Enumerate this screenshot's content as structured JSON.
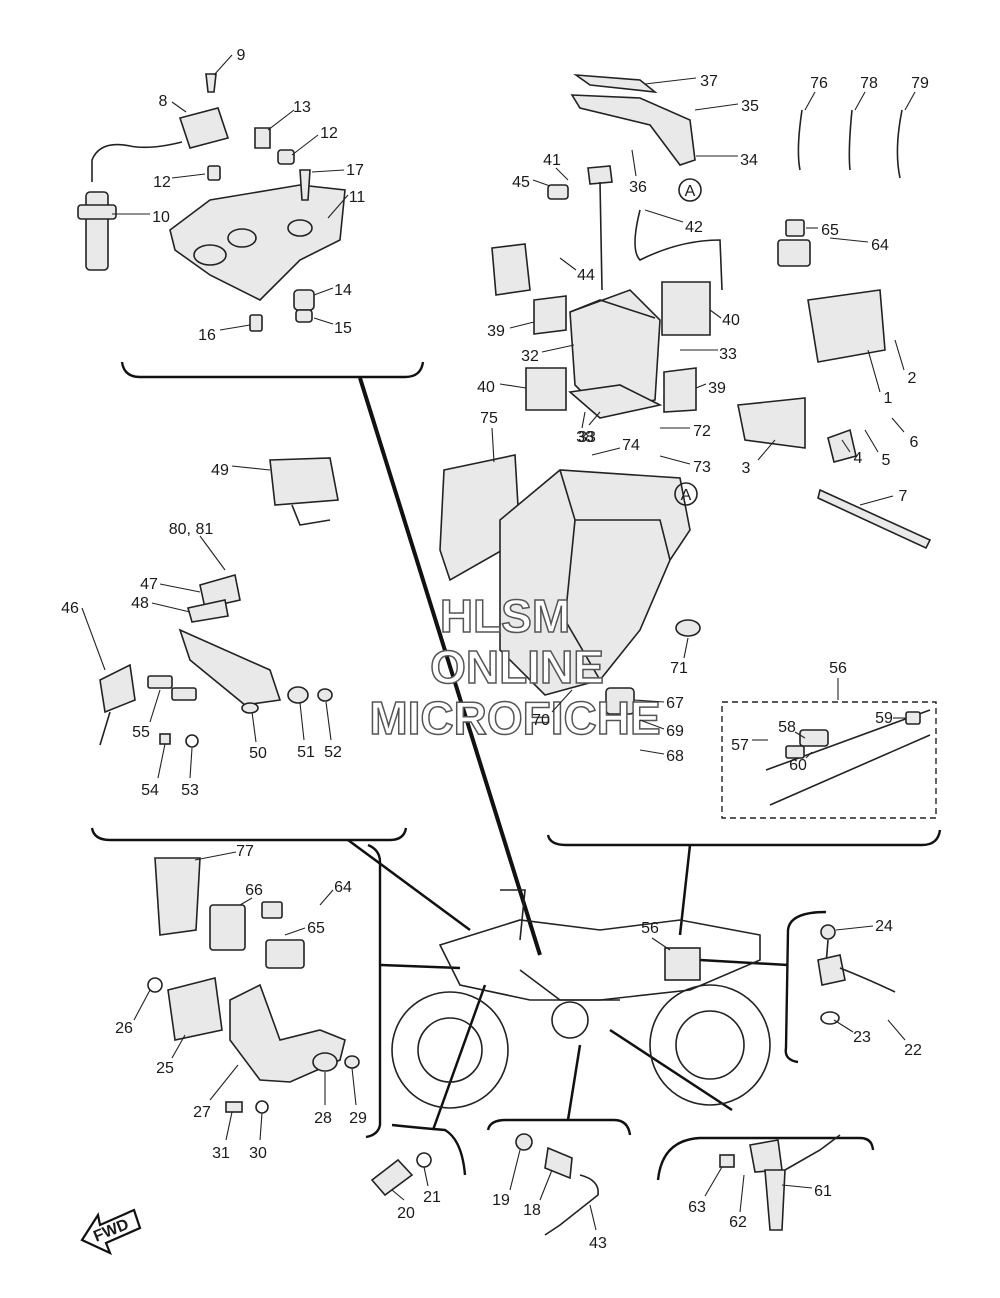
{
  "watermark": [
    "HLSM",
    "ONLINE",
    "MICROFICHE"
  ],
  "fwd_label": "FWD",
  "ref_marker": "A",
  "callouts": [
    "1",
    "2",
    "3",
    "4",
    "5",
    "6",
    "7",
    "8",
    "9",
    "10",
    "11",
    "12",
    "12",
    "13",
    "14",
    "15",
    "16",
    "17",
    "18",
    "19",
    "20",
    "21",
    "22",
    "23",
    "24",
    "25",
    "26",
    "27",
    "28",
    "29",
    "30",
    "31",
    "32",
    "33",
    "33",
    "34",
    "35",
    "36",
    "37",
    "38",
    "39",
    "39",
    "40",
    "40",
    "41",
    "42",
    "43",
    "44",
    "45",
    "46",
    "47",
    "48",
    "49",
    "50",
    "51",
    "52",
    "53",
    "54",
    "55",
    "56",
    "56",
    "57",
    "58",
    "59",
    "60",
    "61",
    "62",
    "63",
    "64",
    "64",
    "65",
    "65",
    "66",
    "67",
    "68",
    "69",
    "70",
    "71",
    "72",
    "73",
    "74",
    "75",
    "76",
    "77",
    "78",
    "79",
    "80, 81"
  ]
}
